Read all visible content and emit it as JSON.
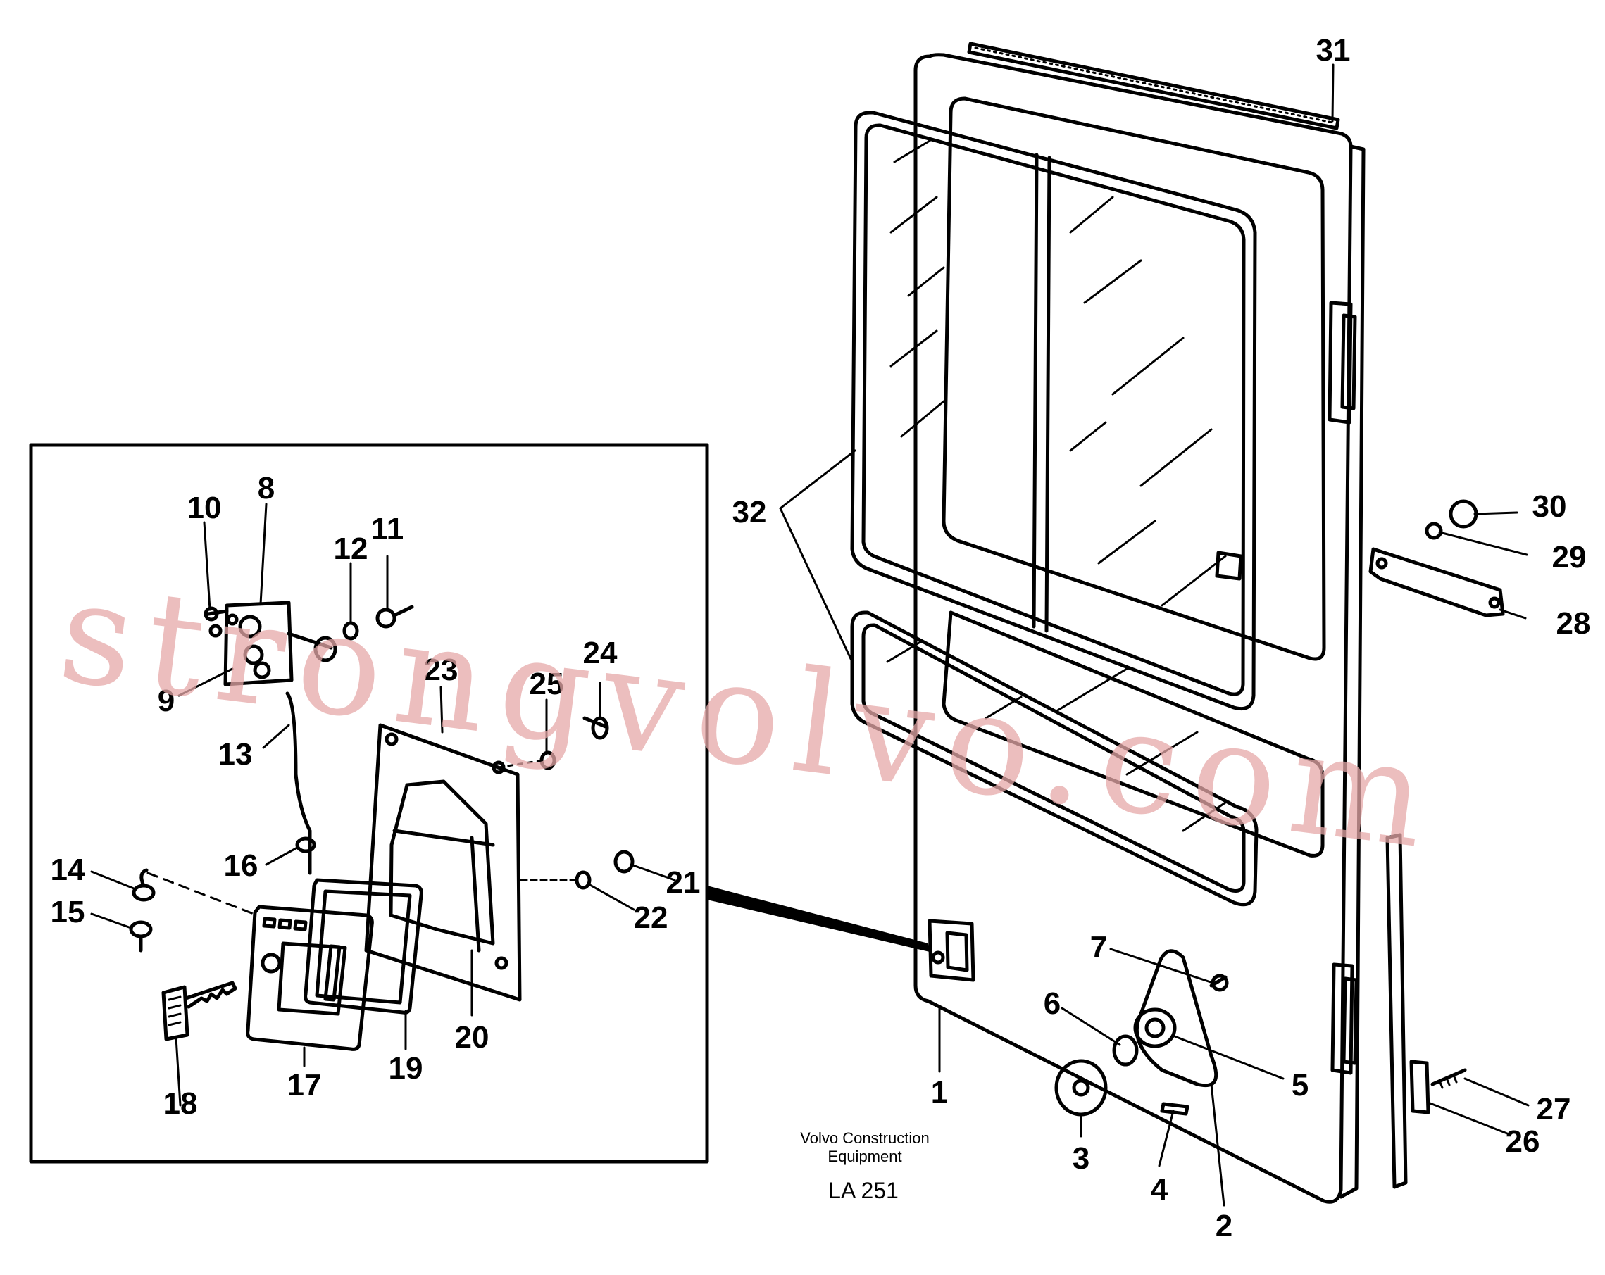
{
  "caption": {
    "line1": "Volvo Construction",
    "line2": "Equipment",
    "code": "LA 251"
  },
  "watermark": "strongvolvo.com",
  "watermark_color": "#e6a8a8",
  "parts": [
    "1",
    "2",
    "3",
    "4",
    "5",
    "6",
    "7",
    "8",
    "9",
    "10",
    "11",
    "12",
    "13",
    "14",
    "15",
    "16",
    "17",
    "18",
    "19",
    "20",
    "21",
    "22",
    "23",
    "24",
    "25",
    "26",
    "27",
    "28",
    "29",
    "30",
    "31",
    "32"
  ]
}
